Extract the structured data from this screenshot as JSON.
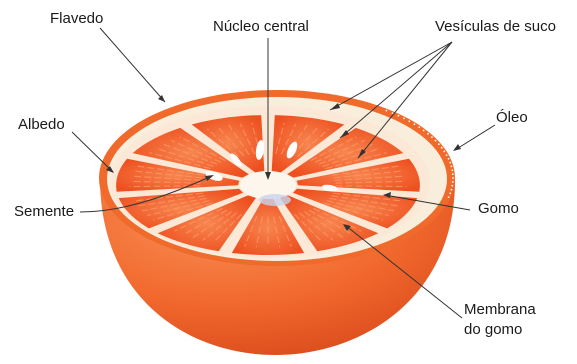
{
  "labels": {
    "flavedo": "Flavedo",
    "nucleo_central": "Núcleo central",
    "vesiculas_de_suco": "Vesículas de suco",
    "albedo": "Albedo",
    "oleo": "Óleo",
    "semente": "Semente",
    "gomo": "Gomo",
    "membrana_do_gomo": "Membrana do gomo"
  },
  "colors": {
    "peel": "#F26A2E",
    "peel_dark": "#D9481B",
    "albedo": "#F8EEDB",
    "segment": "#F15A24",
    "segment_light": "#F7864F",
    "membrane": "#FBE8D6",
    "seed": "#FFFFFF",
    "leader_line": "#333333"
  },
  "segment_count": 11
}
